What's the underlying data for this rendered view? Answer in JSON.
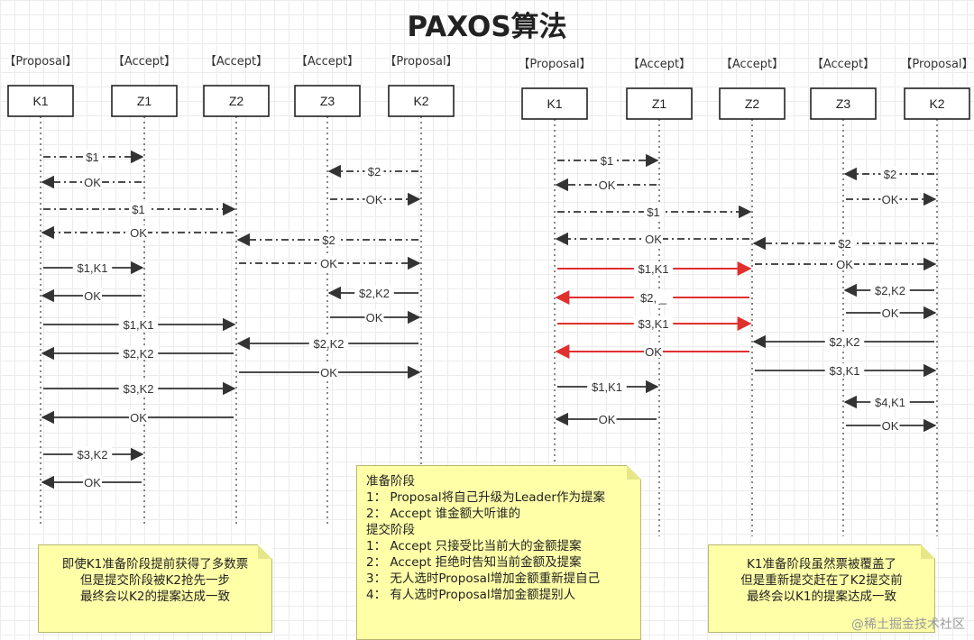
{
  "title": "PAXOS算法",
  "left": {
    "roles": [
      "【Proposal】",
      "【Accept】",
      "【Accept】",
      "【Accept】",
      "【Proposal】"
    ],
    "nodes": [
      "K1",
      "Z1",
      "Z2",
      "Z3",
      "K2"
    ],
    "messages": [
      {
        "from": 0,
        "to": 1,
        "label": "$1",
        "style": "dashdot"
      },
      {
        "from": 4,
        "to": 3,
        "label": "$2",
        "style": "dashdot"
      },
      {
        "from": 1,
        "to": 0,
        "label": "OK",
        "style": "dashdot"
      },
      {
        "from": 3,
        "to": 4,
        "label": "OK",
        "style": "dashdot"
      },
      {
        "from": 0,
        "to": 2,
        "label": "$1",
        "style": "dashdot"
      },
      {
        "from": 2,
        "to": 0,
        "label": "OK",
        "style": "dashdot"
      },
      {
        "from": 4,
        "to": 2,
        "label": "$2",
        "style": "dashdot"
      },
      {
        "from": 2,
        "to": 4,
        "label": "OK",
        "style": "dashdot"
      },
      {
        "from": 0,
        "to": 1,
        "label": "$1,K1",
        "style": "solid"
      },
      {
        "from": 1,
        "to": 0,
        "label": "OK",
        "style": "solid"
      },
      {
        "from": 4,
        "to": 3,
        "label": "$2,K2",
        "style": "solid"
      },
      {
        "from": 3,
        "to": 4,
        "label": "OK",
        "style": "solid"
      },
      {
        "from": 0,
        "to": 2,
        "label": "$1,K1",
        "style": "solid"
      },
      {
        "from": 4,
        "to": 2,
        "label": "$2,K2",
        "style": "solid"
      },
      {
        "from": 2,
        "to": 0,
        "label": "$2,K2",
        "style": "solid"
      },
      {
        "from": 2,
        "to": 4,
        "label": "OK",
        "style": "solid"
      },
      {
        "from": 0,
        "to": 2,
        "label": "$3,K2",
        "style": "solid"
      },
      {
        "from": 2,
        "to": 0,
        "label": "OK",
        "style": "solid"
      },
      {
        "from": 0,
        "to": 1,
        "label": "$3,K2",
        "style": "solid"
      },
      {
        "from": 1,
        "to": 0,
        "label": "OK",
        "style": "solid"
      }
    ]
  },
  "right": {
    "roles": [
      "【Proposal】",
      "【Accept】",
      "【Accept】",
      "【Accept】",
      "【Proposal】"
    ],
    "nodes": [
      "K1",
      "Z1",
      "Z2",
      "Z3",
      "K2"
    ],
    "messages": [
      {
        "from": 0,
        "to": 1,
        "label": "$1",
        "style": "dashdot"
      },
      {
        "from": 4,
        "to": 3,
        "label": "$2",
        "style": "dashdot"
      },
      {
        "from": 1,
        "to": 0,
        "label": "OK",
        "style": "dashdot"
      },
      {
        "from": 3,
        "to": 4,
        "label": "OK",
        "style": "dashdot"
      },
      {
        "from": 0,
        "to": 2,
        "label": "$1",
        "style": "dashdot"
      },
      {
        "from": 2,
        "to": 0,
        "label": "OK",
        "style": "dashdot"
      },
      {
        "from": 4,
        "to": 2,
        "label": "$2",
        "style": "dashdot"
      },
      {
        "from": 0,
        "to": 2,
        "label": "$1,K1",
        "style": "solid",
        "color": "red"
      },
      {
        "from": 2,
        "to": 4,
        "label": "OK",
        "style": "dashdot"
      },
      {
        "from": 2,
        "to": 0,
        "label": "$2, _",
        "style": "solid",
        "color": "red"
      },
      {
        "from": 4,
        "to": 3,
        "label": "$2,K2",
        "style": "solid"
      },
      {
        "from": 3,
        "to": 4,
        "label": "OK",
        "style": "solid"
      },
      {
        "from": 0,
        "to": 2,
        "label": "$3,K1",
        "style": "solid",
        "color": "red"
      },
      {
        "from": 4,
        "to": 2,
        "label": "$2,K2",
        "style": "solid"
      },
      {
        "from": 2,
        "to": 0,
        "label": "OK",
        "style": "solid",
        "color": "red"
      },
      {
        "from": 2,
        "to": 4,
        "label": "$3,K1",
        "style": "solid"
      },
      {
        "from": 0,
        "to": 1,
        "label": "$1,K1",
        "style": "solid"
      },
      {
        "from": 4,
        "to": 3,
        "label": "$4,K1",
        "style": "solid"
      },
      {
        "from": 1,
        "to": 0,
        "label": "OK",
        "style": "solid"
      },
      {
        "from": 3,
        "to": 4,
        "label": "OK",
        "style": "solid"
      }
    ]
  },
  "notes": {
    "left": [
      "即使K1准备阶段提前获得了多数票",
      "但是提交阶段被K2抢先一步",
      "最终会以K2的提案达成一致"
    ],
    "center": [
      "准备阶段",
      "1：  Proposal将自己升级为Leader作为提案",
      "2：  Accept 谁金额大听谁的",
      "提交阶段",
      "1：  Accept 只接受比当前大的金额提案",
      "2：  Accept 拒绝时告知当前金额及提案",
      "3：  无人选时Proposal增加金额重新提自己",
      "4：  有人选时Proposal增加金额提别人"
    ],
    "right": [
      "K1准备阶段虽然票被覆盖了",
      "但是重新提交赶在了K2提交前",
      "最终会以K1的提案达成一致"
    ]
  },
  "watermark": "@稀土掘金技术社区",
  "colors": {
    "line": "#333333",
    "red": "#e0302e",
    "note": "#ffffa8"
  }
}
